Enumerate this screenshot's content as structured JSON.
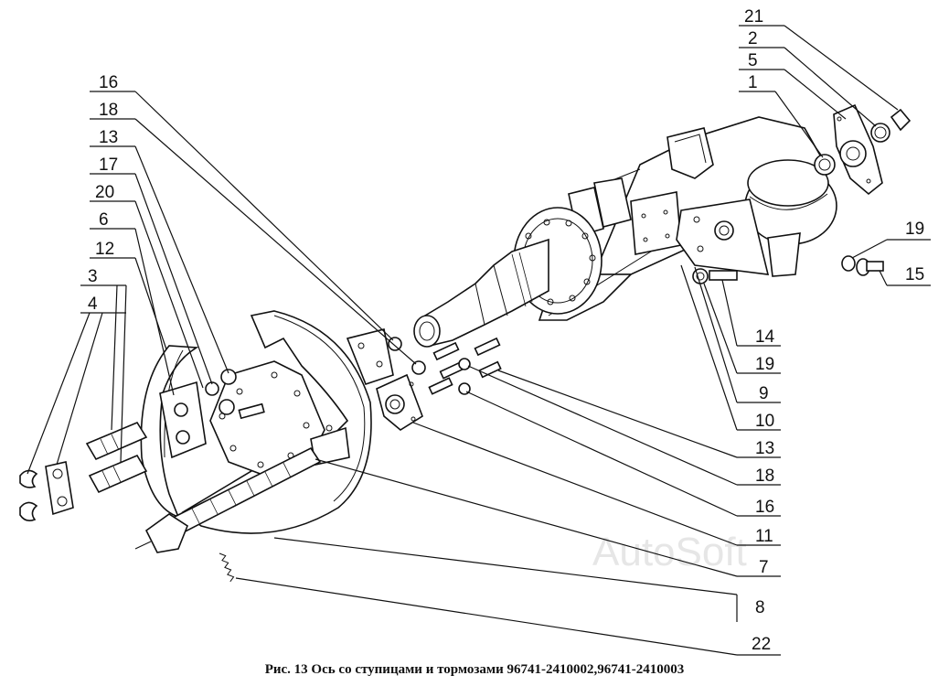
{
  "caption": "Рис. 13 Ось со ступицами и тормозами 96741-2410002,96741-2410003",
  "watermark": "AutoSoft",
  "callouts_left": [
    "16",
    "18",
    "13",
    "17",
    "20",
    "6",
    "12",
    "3",
    "4"
  ],
  "callouts_right_top": [
    "21",
    "2",
    "5",
    "1"
  ],
  "callouts_right": [
    "19",
    "15",
    "14",
    "19",
    "9",
    "10",
    "13",
    "18",
    "16",
    "11",
    "7",
    "8",
    "22"
  ]
}
